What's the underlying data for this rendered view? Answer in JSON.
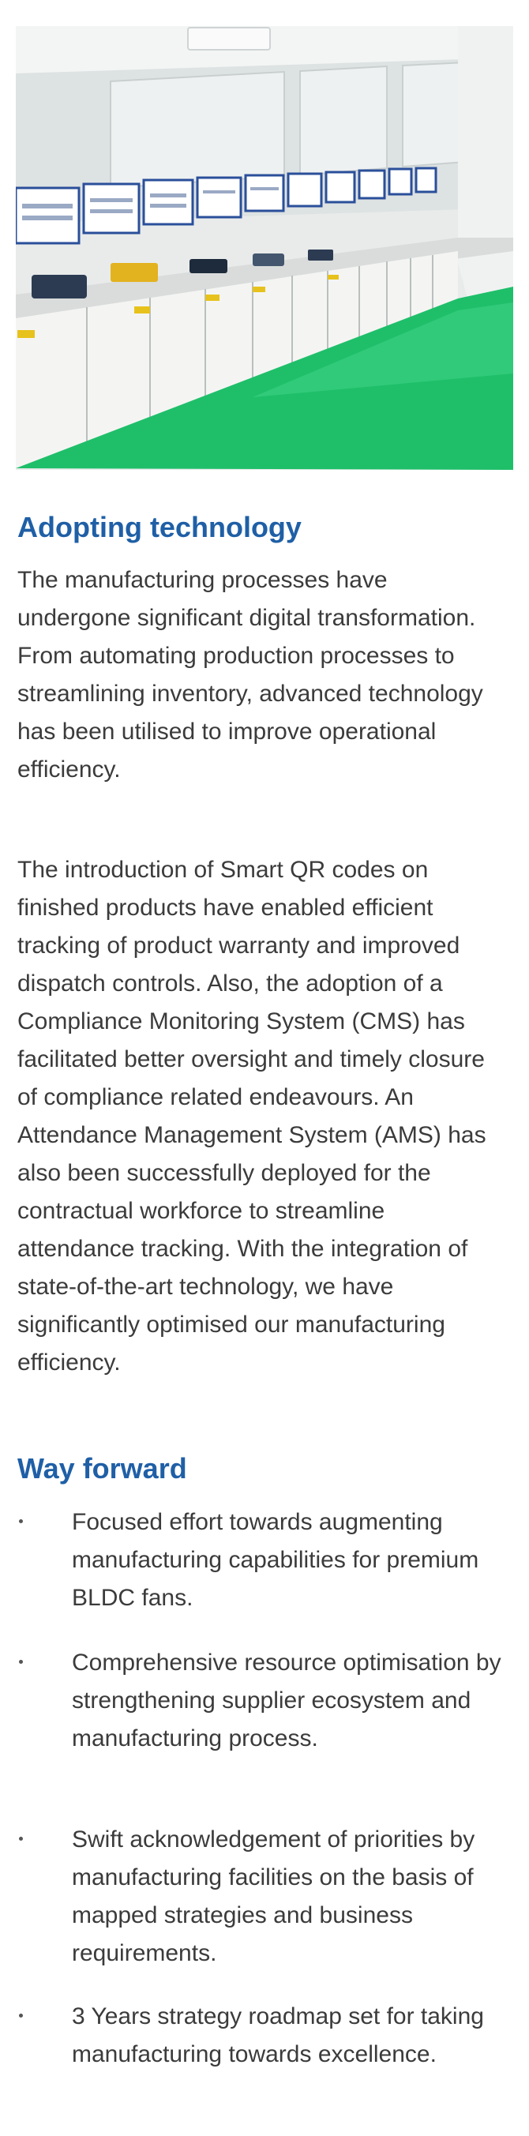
{
  "photo": {
    "icon": "laboratory-photo",
    "floor_color": "#1fbf6a",
    "cabinet_color": "#f4f5f3"
  },
  "sections": {
    "adopting": {
      "heading": "Adopting technology",
      "paragraph_1": "The manufacturing processes have undergone significant digital transformation. From automating production processes to streamlining inventory, advanced technology has been utilised to improve operational efficiency.",
      "paragraph_2": "The introduction of Smart QR codes on finished products have enabled efficient tracking of product warranty and improved dispatch controls. Also, the adoption of a Compliance Monitoring System (CMS) has facilitated better oversight and timely closure of compliance related endeavours. An Attendance Management System (AMS) has also been successfully deployed for the contractual workforce to streamline attendance tracking.  With the integration of state-of-the-art technology, we have significantly optimised our manufacturing efficiency."
    },
    "way_forward": {
      "heading": "Way forward",
      "bullets": [
        "Focused effort towards augmenting manufacturing capabilities for premium BLDC fans.",
        "Comprehensive resource optimisation by strengthening supplier ecosystem and manufacturing process.",
        "Swift acknowledgement of priorities by manufacturing facilities on the basis of mapped strategies and business requirements.",
        "3 Years strategy roadmap set for taking manufacturing towards excellence."
      ]
    }
  },
  "colors": {
    "heading": "#1f5fa6",
    "body_text": "#3b3b3b"
  }
}
